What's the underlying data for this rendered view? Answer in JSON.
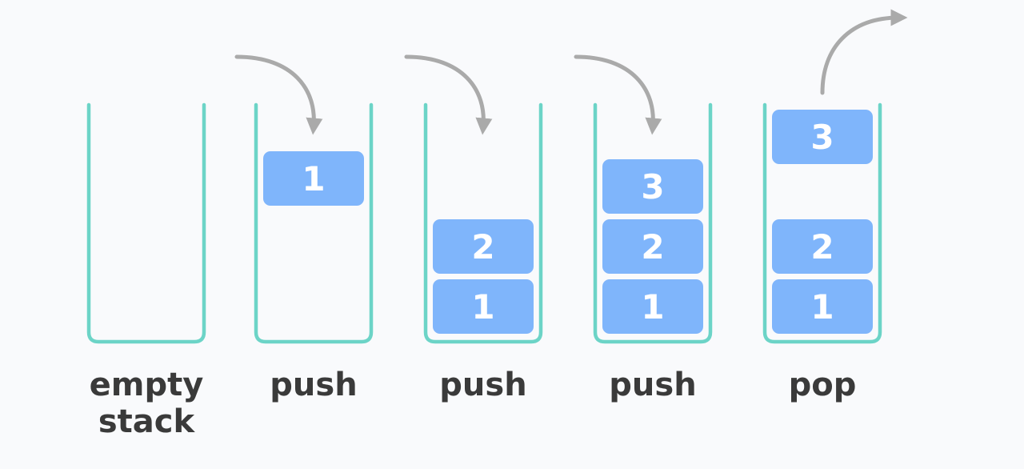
{
  "colors": {
    "background": "#f9fafc",
    "container": "#6cd4c7",
    "block": "#7fb5fb",
    "block_text": "#ffffff",
    "arrow": "#aaaaaa",
    "label_text": "#3a3a3a"
  },
  "stages": [
    {
      "id": "empty",
      "label_lines": [
        "empty",
        "stack"
      ],
      "stack": [],
      "moving": null,
      "arrow": "none"
    },
    {
      "id": "push-1",
      "label_lines": [
        "push"
      ],
      "stack": [],
      "moving": "1",
      "arrow": "push"
    },
    {
      "id": "push-2",
      "label_lines": [
        "push"
      ],
      "stack": [
        "1",
        "2"
      ],
      "moving": null,
      "arrow": "push"
    },
    {
      "id": "push-3",
      "label_lines": [
        "push"
      ],
      "stack": [
        "1",
        "2",
        "3"
      ],
      "moving": null,
      "arrow": "push"
    },
    {
      "id": "pop",
      "label_lines": [
        "pop"
      ],
      "stack": [
        "1",
        "2"
      ],
      "moving": "3",
      "arrow": "pop"
    }
  ]
}
